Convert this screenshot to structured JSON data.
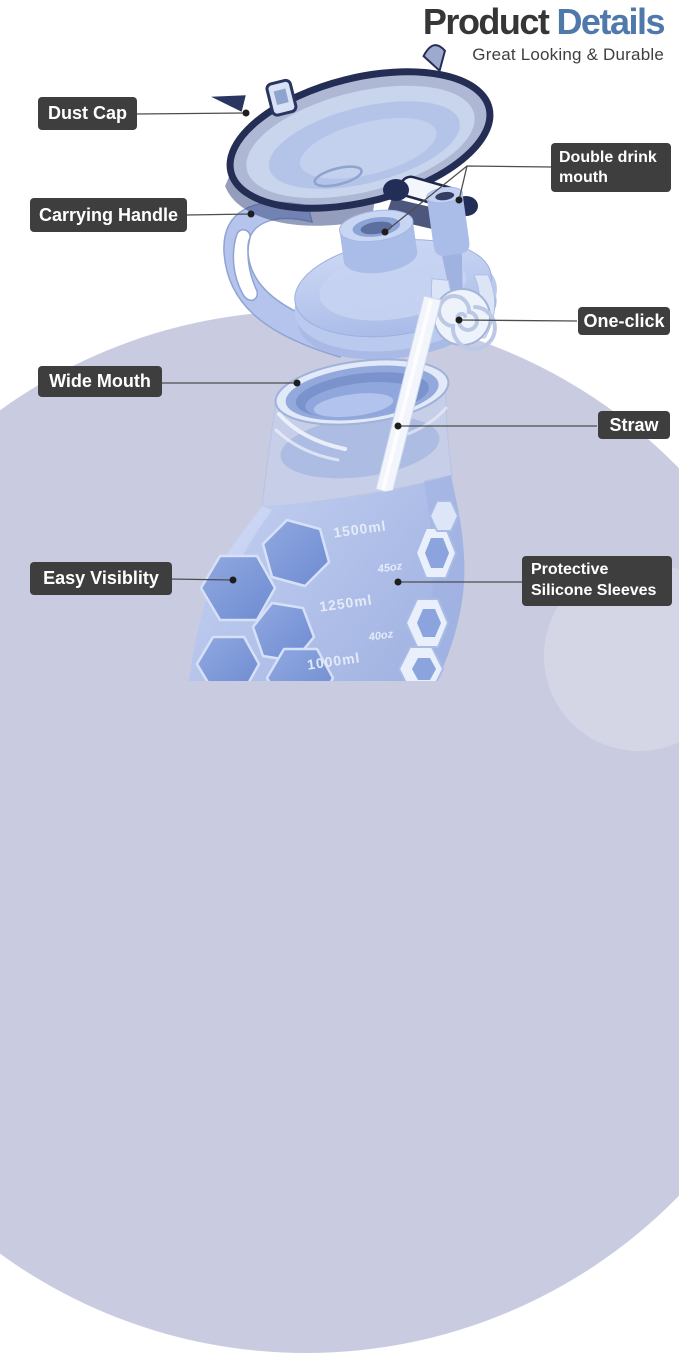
{
  "header": {
    "title_primary": "Product",
    "title_secondary": "Details",
    "subtitle": "Great Looking & Durable"
  },
  "callouts": {
    "dust_cap": "Dust Cap",
    "carrying_handle": "Carrying Handle",
    "double_drink_mouth": "Double drink mouth",
    "one_click": "One-click",
    "wide_mouth": "Wide Mouth",
    "straw": "Straw",
    "easy_visibility": "Easy Visiblity",
    "protective_sleeves": "Protective Silicone Sleeves"
  },
  "bottle": {
    "volume_markings": [
      "1500ml",
      "45oz",
      "1250ml",
      "40oz",
      "1000ml"
    ]
  },
  "colors": {
    "title_accent": "#4f78ab",
    "title_dark": "#363636",
    "callout_background": "#3e3e3e",
    "callout_text": "#ffffff",
    "backdrop_circle": "#c9cce0",
    "bottle_blue": "#b4c4ec",
    "cap_navy": "#27325c",
    "glass_blue": "#7e99d8",
    "straw_white": "#f2f5fb"
  }
}
